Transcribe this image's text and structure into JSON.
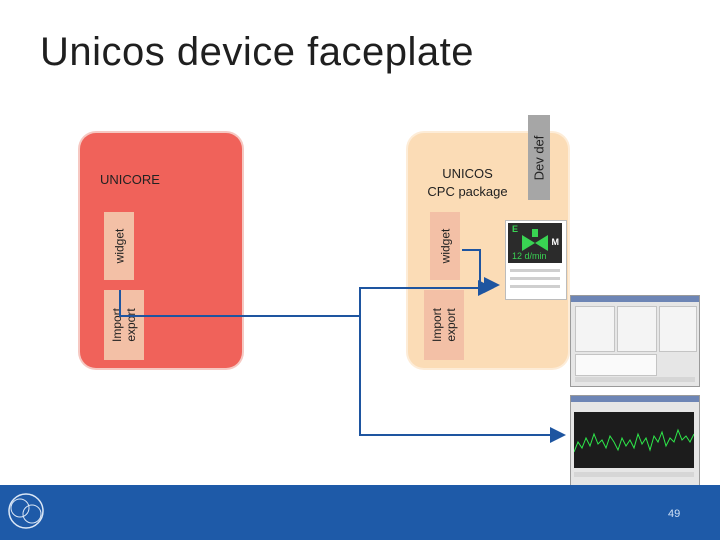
{
  "slide": {
    "title": "Unicos device faceplate",
    "page_number": "49"
  },
  "unicore": {
    "label": "UNICORE",
    "widget_label": "widget",
    "import_export_label": "Import\nexport"
  },
  "cpc": {
    "label_line1": "UNICOS",
    "label_line2": "CPC package",
    "widget_label": "widget",
    "import_export_label": "Import\nexport",
    "devdef_label": "Dev def"
  },
  "faceplate_icon": {
    "letter_e": "E",
    "letter_m": "M",
    "readout": "12 d/min"
  },
  "colors": {
    "unicore_panel": "#f0625a",
    "cpc_panel": "#fbdcb6",
    "tab": "#f3c0a6",
    "devdef_tab": "#a6a6a6",
    "arrow": "#1e55a0",
    "footer": "#1e5aa8"
  },
  "icons": {
    "logo": "cern-logo-icon"
  }
}
